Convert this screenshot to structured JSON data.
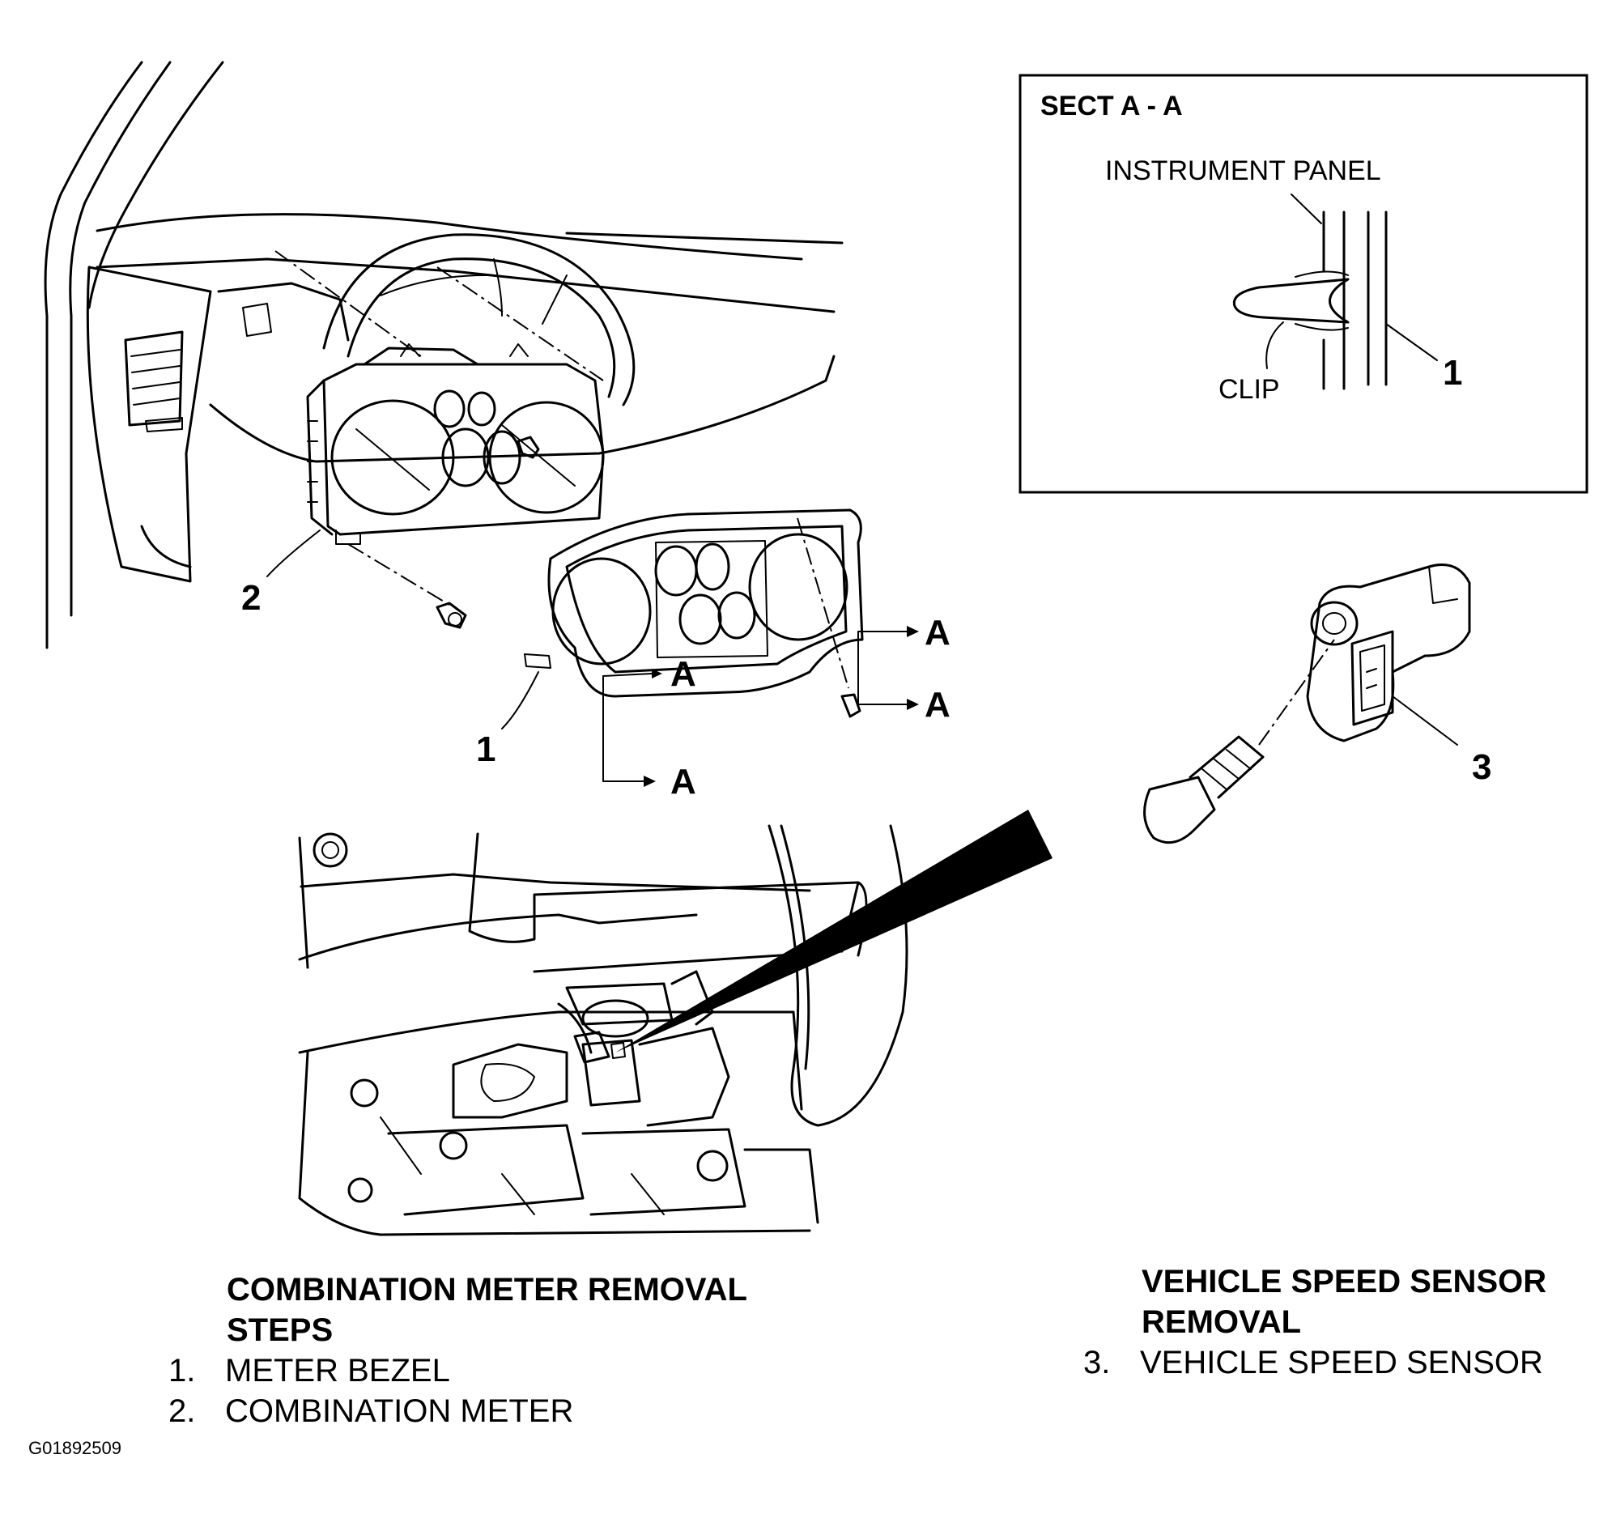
{
  "section_box": {
    "title": "SECT A - A",
    "instrument_panel_label": "INSTRUMENT PANEL",
    "clip_label": "CLIP",
    "callout": "1"
  },
  "callouts": {
    "meter_bezel": "1",
    "combination_meter": "2",
    "speed_sensor": "3",
    "section_mark": "A"
  },
  "left_steps": {
    "heading_line1": "COMBINATION METER REMOVAL",
    "heading_line2": "STEPS",
    "items": [
      {
        "number": "1.",
        "label": "METER BEZEL"
      },
      {
        "number": "2.",
        "label": "COMBINATION METER"
      }
    ]
  },
  "right_steps": {
    "heading_line1": "VEHICLE SPEED SENSOR",
    "heading_line2": "REMOVAL",
    "items": [
      {
        "number": "3.",
        "label": "VEHICLE SPEED SENSOR"
      }
    ]
  },
  "figure_code": "G01892509"
}
